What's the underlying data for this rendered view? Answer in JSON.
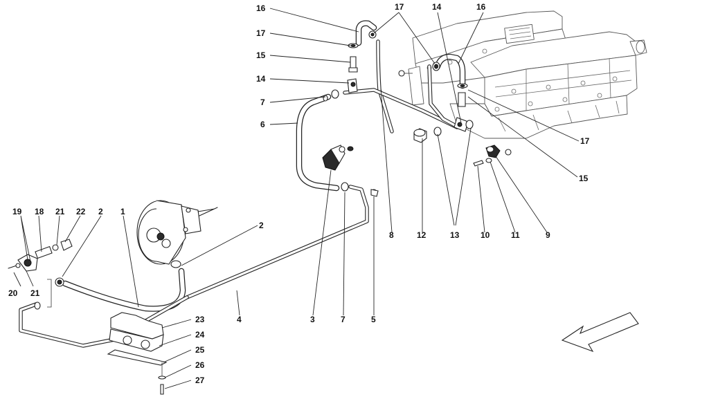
{
  "labels": [
    "1",
    "2",
    "2",
    "3",
    "4",
    "5",
    "6",
    "7",
    "7",
    "8",
    "9",
    "10",
    "11",
    "12",
    "13",
    "14",
    "14",
    "15",
    "15",
    "16",
    "16",
    "17",
    "17",
    "17",
    "18",
    "19",
    "20",
    "21",
    "21",
    "22",
    "23",
    "24",
    "25",
    "26",
    "27"
  ],
  "arrow_icon": "direction-arrow-icon"
}
